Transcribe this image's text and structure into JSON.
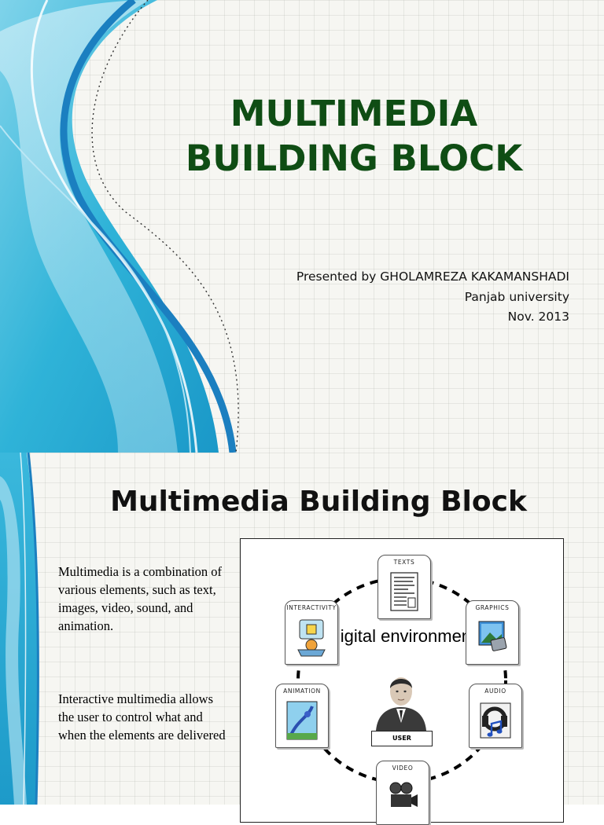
{
  "slide1": {
    "title_line1": "MULTIMEDIA",
    "title_line2": "BUILDING BLOCK",
    "presenter": "Presented by GHOLAMREZA KAKAMANSHADI",
    "university": "Panjab university",
    "date": "Nov. 2013"
  },
  "slide2": {
    "title": "Multimedia Building Block",
    "paragraph1": "Multimedia is a combination of various elements, such as text, images, video, sound, and animation.",
    "paragraph2": "Interactive multimedia allows the user to control what and when the elements are delivered",
    "diagram": {
      "center_label": "Digital environment",
      "user_label": "USER",
      "nodes": {
        "texts": "TEXTS",
        "graphics": "GRAPHICS",
        "interactivity": "INTERACTIVITY",
        "animation": "ANIMATION",
        "audio": "AUDIO",
        "video": "VIDEO"
      }
    }
  },
  "colors": {
    "title_green": "#0f4d14",
    "wave_blue": "#1e8fc8",
    "wave_cyan": "#37b6d8",
    "background": "#f6f6f2"
  }
}
